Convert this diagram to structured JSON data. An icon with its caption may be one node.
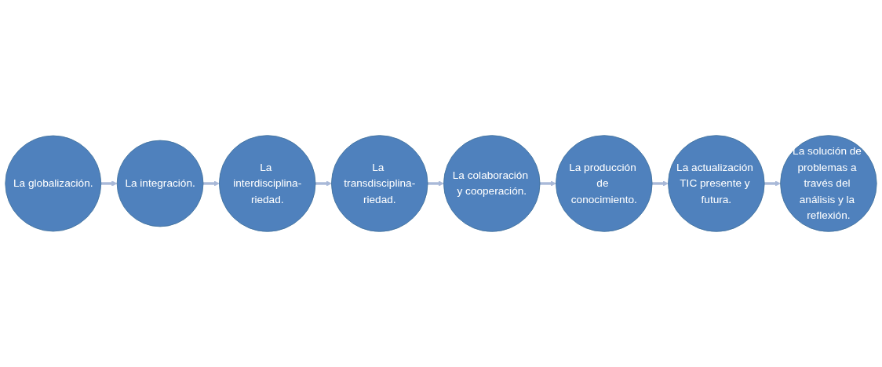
{
  "diagram": {
    "nodes": [
      {
        "text": [
          "La globalización."
        ]
      },
      {
        "text": [
          "La integración."
        ]
      },
      {
        "text": [
          "La interdisciplina-riedad."
        ]
      },
      {
        "text": [
          "La transdisciplina-riedad."
        ]
      },
      {
        "text": [
          "La colaboración y cooperación."
        ]
      },
      {
        "text": [
          "La producción de conocimiento."
        ]
      },
      {
        "text": [
          "La actualización TIC presente y futura."
        ]
      },
      {
        "text": [
          "La solución de problemas a través del análisis y la reflexión."
        ]
      }
    ],
    "edges": [
      {
        "from": 0,
        "to": 1,
        "arrow": "to"
      },
      {
        "from": 1,
        "to": 2,
        "arrow": "to"
      },
      {
        "from": 2,
        "to": 3,
        "arrow": "to"
      },
      {
        "from": 3,
        "to": 4,
        "arrow": "to"
      },
      {
        "from": 4,
        "to": 5,
        "arrow": "to"
      },
      {
        "from": 5,
        "to": 6,
        "arrow": "to"
      },
      {
        "from": 6,
        "to": 7,
        "arrow": "to"
      }
    ]
  }
}
